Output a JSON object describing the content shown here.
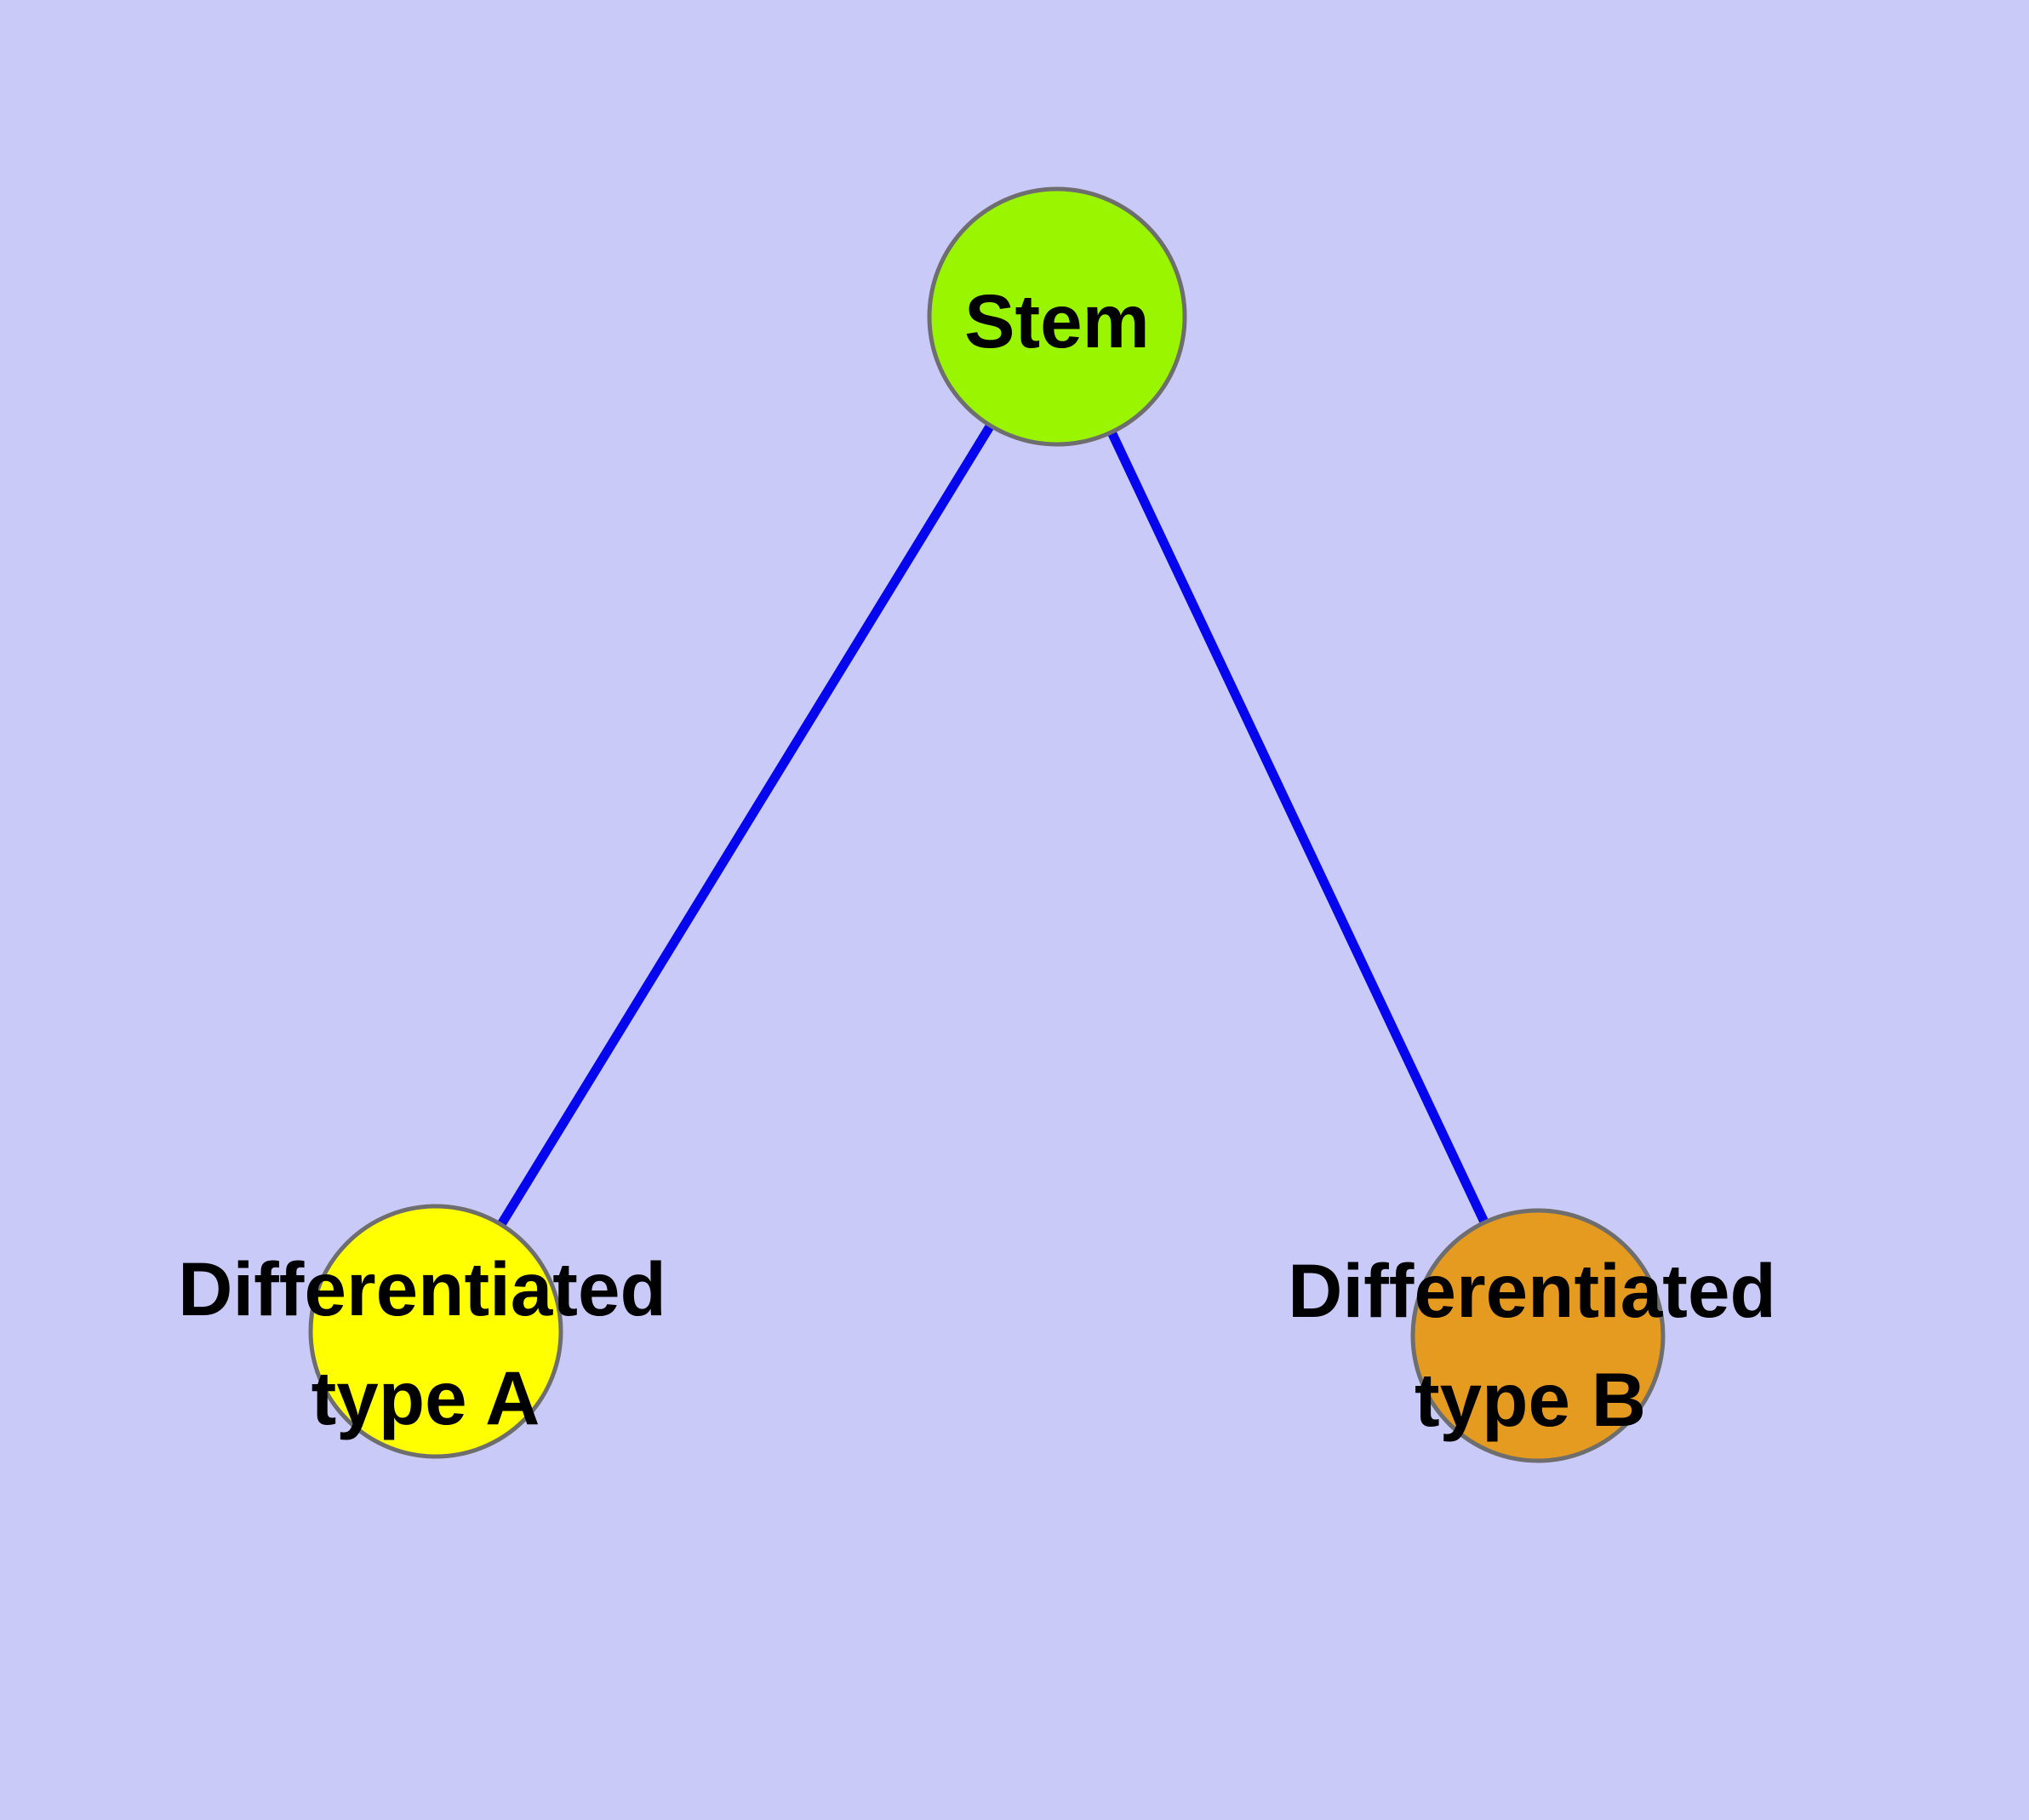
{
  "diagram": {
    "type": "graph",
    "background_color": "#CACAF8",
    "edge_color": "#0505EE",
    "node_border_color": "#6E6E6E",
    "label_color": "#000000",
    "nodes": {
      "stem": {
        "label": "Stem",
        "color": "#9AF500"
      },
      "type_a": {
        "label_line1": "Differentiated",
        "label_line2": "type A",
        "color": "#FFFF00"
      },
      "type_b": {
        "label_line1": "Differentiated",
        "label_line2": "type B",
        "color": "#E59A20"
      }
    },
    "edges": [
      {
        "from": "stem",
        "to": "type_a"
      },
      {
        "from": "stem",
        "to": "type_b"
      }
    ]
  }
}
